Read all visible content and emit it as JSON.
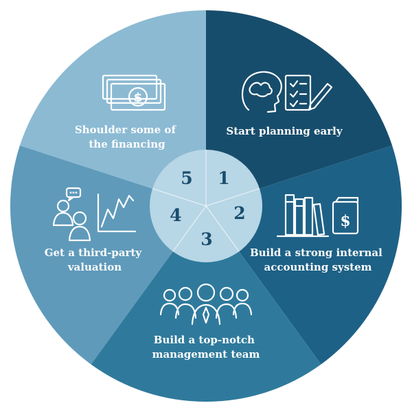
{
  "diagram": {
    "center_numbers": [
      "1",
      "2",
      "3",
      "4",
      "5"
    ],
    "segments": [
      {
        "number": "1",
        "lines": [
          "Start planning early"
        ],
        "color": "#174d6c",
        "icon": "brain-checklist-icon"
      },
      {
        "number": "2",
        "lines": [
          "Build a strong internal",
          "accounting system"
        ],
        "color": "#1e6186",
        "icon": "books-ledger-icon"
      },
      {
        "number": "3",
        "lines": [
          "Build a top-notch",
          "management team"
        ],
        "color": "#2f7a9c",
        "icon": "team-people-icon"
      },
      {
        "number": "4",
        "lines": [
          "Get a third-party",
          "valuation"
        ],
        "color": "#5f9aba",
        "icon": "consultant-chart-icon"
      },
      {
        "number": "5",
        "lines": [
          "Shoulder some of",
          "the financing"
        ],
        "color": "#8cbad3",
        "icon": "money-bills-icon"
      }
    ],
    "center_color": "#b7d6e6",
    "icon_color": "#ffffff"
  }
}
